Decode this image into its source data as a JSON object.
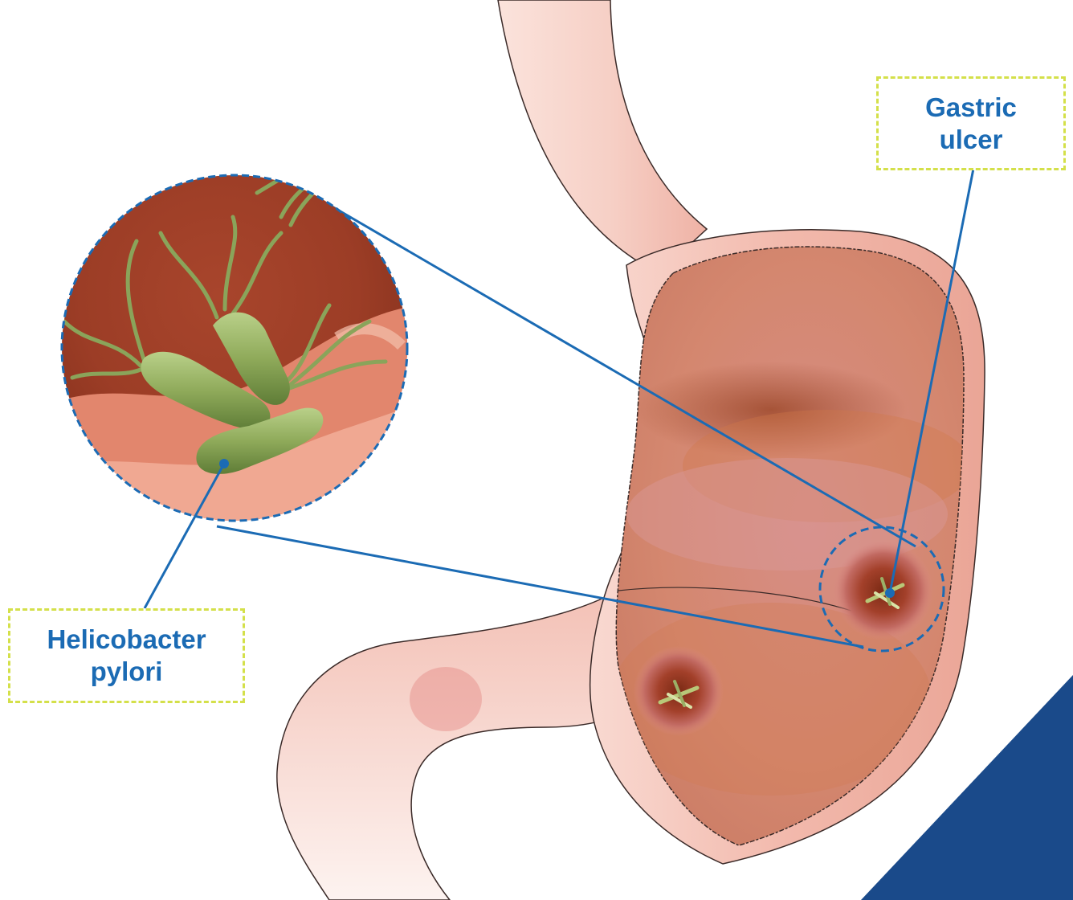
{
  "labels": {
    "gastric_ulcer": {
      "line1": "Gastric",
      "line2": "ulcer"
    },
    "helicobacter": {
      "line1": "Helicobacter",
      "line2": "pylori"
    }
  },
  "colors": {
    "label_text": "#1b6bb4",
    "label_border": "#d4e04a",
    "leader_line": "#1b6bb4",
    "corner_accent": "#1a4a8a",
    "stomach_outer": "#f2b8ab",
    "stomach_inner": "#d98a78",
    "bacteria": "#8fae5a"
  }
}
